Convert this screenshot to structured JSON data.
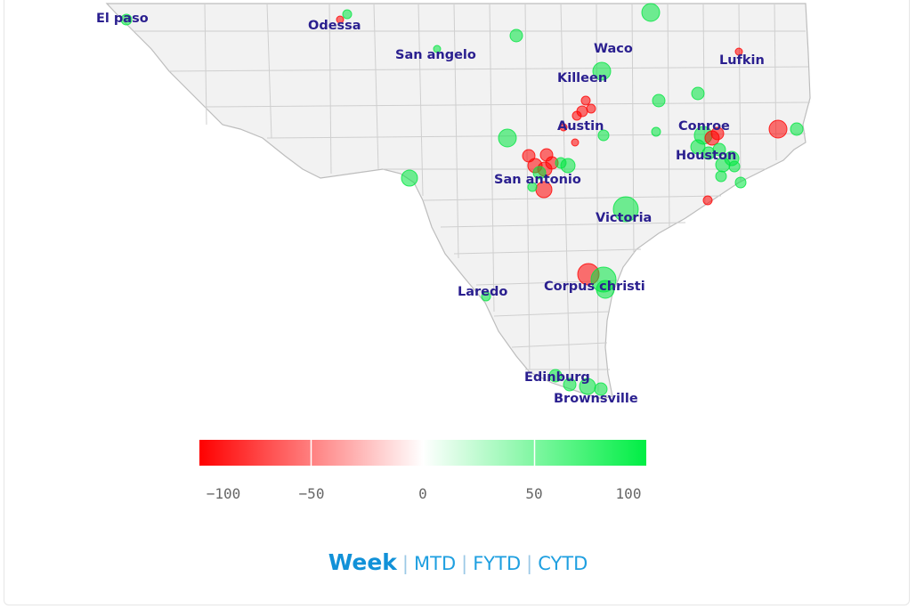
{
  "map": {
    "cities": [
      {
        "name": "El paso"
      },
      {
        "name": "Odessa"
      },
      {
        "name": "San angelo"
      },
      {
        "name": "Waco"
      },
      {
        "name": "Lufkin"
      },
      {
        "name": "Killeen"
      },
      {
        "name": "Austin"
      },
      {
        "name": "Conroe"
      },
      {
        "name": "Houston"
      },
      {
        "name": "San antonio"
      },
      {
        "name": "Victoria"
      },
      {
        "name": "Laredo"
      },
      {
        "name": "Corpus christi"
      },
      {
        "name": "Edinburg"
      },
      {
        "name": "Brownsville"
      }
    ],
    "colors": {
      "land": "#f2f2f2",
      "county_border": "#c9c9c9",
      "positive": "#00e640",
      "negative": "#ff0000",
      "label": "#2a1f8f"
    }
  },
  "legend": {
    "ticks": [
      "−100",
      "−50",
      "0",
      "50",
      "100"
    ],
    "min_color": "#ff0000",
    "mid_color": "#ffffff",
    "max_color": "#00ee44"
  },
  "range_tabs": {
    "week": "Week",
    "sep": "|",
    "mtd": "MTD",
    "fytd": "FYTD",
    "cytd": "CYTD",
    "active": "week"
  }
}
